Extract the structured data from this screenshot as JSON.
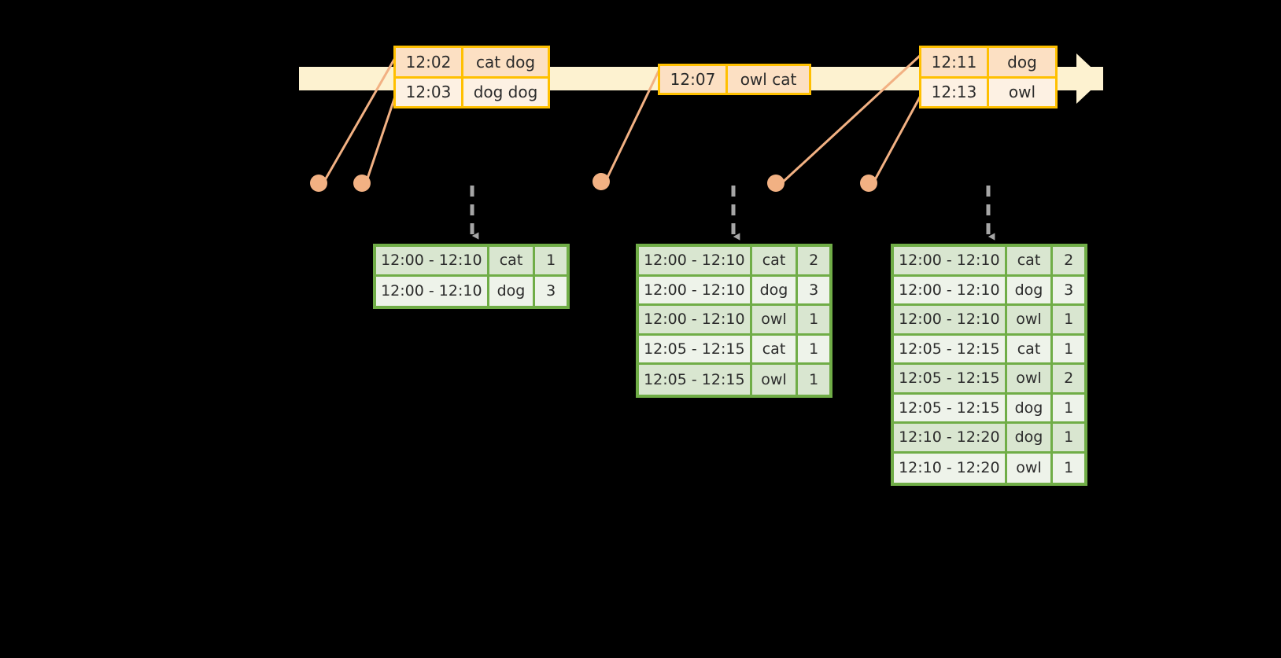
{
  "timeline": {
    "name": "event-stream-timeline",
    "arrow_direction": "right",
    "bar_color": "#fdf2d0",
    "event_box_border": "#ffc000",
    "connector_color": "#f2b183",
    "result_border": "#70ad47"
  },
  "events": [
    {
      "id": "event-box-1",
      "rows": [
        {
          "time": "12:02",
          "words": "cat dog",
          "shade": "dark"
        },
        {
          "time": "12:03",
          "words": "dog dog",
          "shade": "light"
        }
      ]
    },
    {
      "id": "event-box-2",
      "rows": [
        {
          "time": "12:07",
          "words": "owl cat",
          "shade": "dark"
        }
      ]
    },
    {
      "id": "event-box-3",
      "rows": [
        {
          "time": "12:11",
          "words": "dog",
          "shade": "dark"
        },
        {
          "time": "12:13",
          "words": "owl",
          "shade": "light"
        }
      ]
    }
  ],
  "results": [
    {
      "id": "result-table-1",
      "rows": [
        {
          "window": "12:00 - 12:10",
          "word": "cat",
          "count": "1",
          "shade": "dark"
        },
        {
          "window": "12:00 - 12:10",
          "word": "dog",
          "count": "3",
          "shade": "light"
        }
      ]
    },
    {
      "id": "result-table-2",
      "rows": [
        {
          "window": "12:00 - 12:10",
          "word": "cat",
          "count": "2",
          "shade": "dark"
        },
        {
          "window": "12:00 - 12:10",
          "word": "dog",
          "count": "3",
          "shade": "light"
        },
        {
          "window": "12:00 - 12:10",
          "word": "owl",
          "count": "1",
          "shade": "dark"
        },
        {
          "window": "12:05 - 12:15",
          "word": "cat",
          "count": "1",
          "shade": "light"
        },
        {
          "window": "12:05 - 12:15",
          "word": "owl",
          "count": "1",
          "shade": "dark"
        }
      ]
    },
    {
      "id": "result-table-3",
      "rows": [
        {
          "window": "12:00 - 12:10",
          "word": "cat",
          "count": "2",
          "shade": "dark"
        },
        {
          "window": "12:00 - 12:10",
          "word": "dog",
          "count": "3",
          "shade": "light"
        },
        {
          "window": "12:00 - 12:10",
          "word": "owl",
          "count": "1",
          "shade": "dark"
        },
        {
          "window": "12:05 - 12:15",
          "word": "cat",
          "count": "1",
          "shade": "light"
        },
        {
          "window": "12:05 - 12:15",
          "word": "owl",
          "count": "2",
          "shade": "dark"
        },
        {
          "window": "12:05 - 12:15",
          "word": "dog",
          "count": "1",
          "shade": "light"
        },
        {
          "window": "12:10 - 12:20",
          "word": "dog",
          "count": "1",
          "shade": "dark"
        },
        {
          "window": "12:10 - 12:20",
          "word": "owl",
          "count": "1",
          "shade": "light"
        }
      ]
    }
  ]
}
